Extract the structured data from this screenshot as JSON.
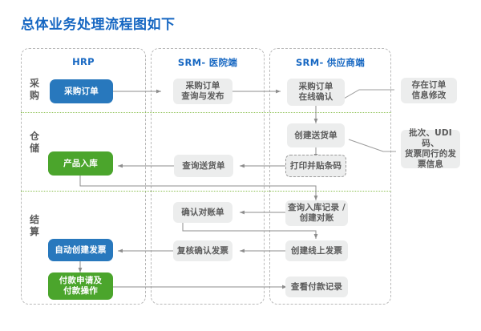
{
  "title": "总体业务处理流程图如下",
  "colors": {
    "title": "#1667c2",
    "lane_header": "#1667c2",
    "blue_node": "#2878bd",
    "green_node": "#4ba52c",
    "grey_node": "#eceded",
    "separator_green": "#8cc152",
    "connector": "#8d8d8d",
    "lane_border": "#b9b9b9"
  },
  "lanes": [
    {
      "id": "hrp",
      "label": "HRP"
    },
    {
      "id": "srm-hospital",
      "label": "SRM- 医院端"
    },
    {
      "id": "srm-supplier",
      "label": "SRM- 供应商端"
    }
  ],
  "stages": [
    {
      "id": "procurement",
      "label": "采购"
    },
    {
      "id": "warehouse",
      "label": "仓储"
    },
    {
      "id": "settlement",
      "label": "结算"
    }
  ],
  "nodes": {
    "purchase_order": "采购订单",
    "po_query_publish": "采购订单\n查询与发布",
    "po_online_confirm": "采购订单\n在线确认",
    "create_delivery_note": "创建送货单",
    "print_paste_barcode": "打印并贴条码",
    "query_delivery_note": "查询送货单",
    "product_inbound": "产品入库",
    "confirm_statement": "确认对账单",
    "query_inbound_create_recon": "查询入库记录 /\n创建对账",
    "auto_create_invoice": "自动创建发票",
    "review_confirm_invoice": "复核确认发票",
    "create_online_invoice": "创建线上发票",
    "payment_apply_operate": "付款申请及\n付款操作",
    "view_payment_records": "查看付款记录"
  },
  "notes": [
    {
      "id": "order-info-change",
      "text": "存在订单\n信息修改"
    },
    {
      "id": "batch-udi-invoice",
      "text": "批次、UDI 码、\n货票同行的发\n票信息"
    }
  ]
}
